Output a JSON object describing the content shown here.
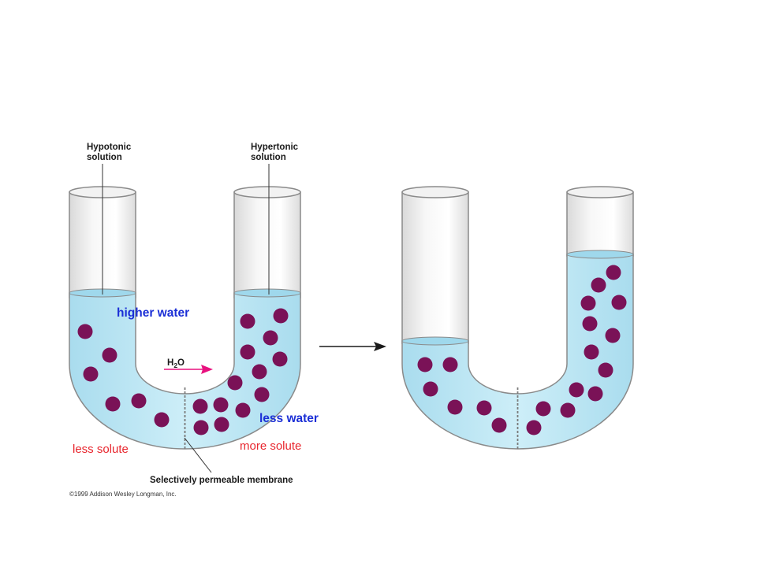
{
  "labels": {
    "hypotonic": [
      "Hypotonic",
      "solution"
    ],
    "hypertonic": [
      "Hypertonic",
      "solution"
    ],
    "higher_water": "higher water",
    "less_water": "less water",
    "less_solute": "less solute",
    "more_solute": "more solute",
    "membrane": "Selectively permeable membrane",
    "water_symbol": "H",
    "water_subscript": "2",
    "water_suffix": "O",
    "copyright": "©1999 Addison Wesley Longman, Inc."
  },
  "colors": {
    "water": "#bfe6f2",
    "water_surface": "#8fd0e6",
    "tube_outline": "#8a8a8a",
    "solute": "#7a1257",
    "arrow_pink": "#e8117f",
    "blue_text": "#1b2fd6",
    "red_text": "#e8262e"
  }
}
